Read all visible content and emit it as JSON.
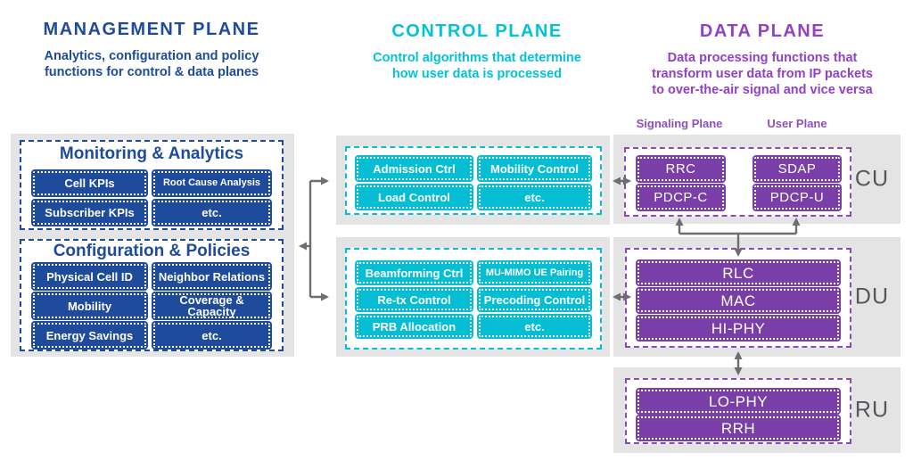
{
  "colors": {
    "navy": "#1e4b9b",
    "cyan": "#06bed4",
    "cyan_text": "#00c2d8",
    "purple": "#7a3ea8",
    "purple_text": "#9041c6",
    "panel_gray": "#e4e4e5",
    "arrow_gray": "#6d6e70",
    "unit_label_gray": "#55565a"
  },
  "headers": {
    "management": {
      "title": "MANAGEMENT PLANE",
      "subtitle_lines": [
        "Analytics, configuration and policy",
        "functions for control & data planes"
      ]
    },
    "control": {
      "title": "CONTROL PLANE",
      "subtitle_lines": [
        "Control algorithms that determine",
        "how user data is processed"
      ]
    },
    "data": {
      "title": "DATA PLANE",
      "subtitle_lines": [
        "Data processing functions that",
        "transform user data from IP packets",
        "to over-the-air signal and vice versa"
      ]
    }
  },
  "management": {
    "monitoring": {
      "title": "Monitoring & Analytics",
      "items": [
        "Cell KPIs",
        "Root Cause Analysis",
        "Subscriber KPIs",
        "etc."
      ]
    },
    "configuration": {
      "title": "Configuration & Policies",
      "items": [
        "Physical Cell ID",
        "Neighbor Relations",
        "Mobility",
        "Coverage & Capacity",
        "Energy Savings",
        "etc."
      ]
    }
  },
  "control": {
    "cu_items": [
      "Admission Ctrl",
      "Mobility Control",
      "Load Control",
      "etc."
    ],
    "du_items": [
      "Beamforming Ctrl",
      "MU-MIMO UE Pairing",
      "Re-tx Control",
      "Precoding Control",
      "PRB Allocation",
      "etc."
    ]
  },
  "data_plane": {
    "signaling_label": "Signaling Plane",
    "user_label": "User Plane",
    "cu": {
      "signaling_items": [
        "RRC",
        "PDCP-C"
      ],
      "user_items": [
        "SDAP",
        "PDCP-U"
      ],
      "label": "CU"
    },
    "du": {
      "items": [
        "RLC",
        "MAC",
        "HI-PHY"
      ],
      "label": "DU"
    },
    "ru": {
      "items": [
        "LO-PHY",
        "RRH"
      ],
      "label": "RU"
    }
  }
}
